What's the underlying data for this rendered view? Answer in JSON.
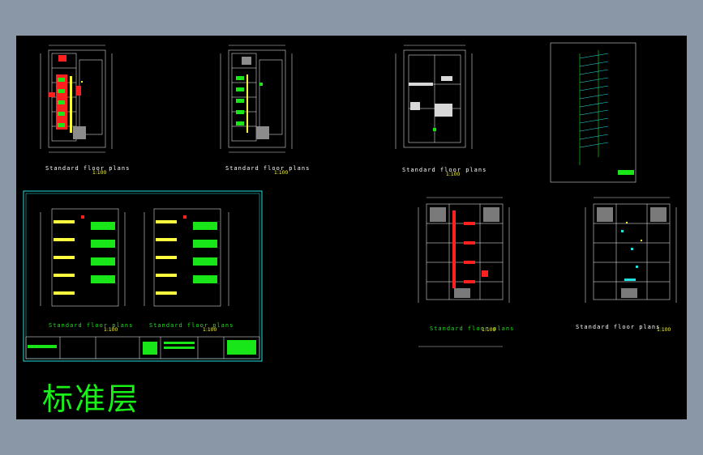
{
  "drawing_title": "标准层",
  "sheets": {
    "sheet_1": {
      "label": "Standard floor plans",
      "scale": "1:100"
    },
    "sheet_2": {
      "label": "Standard floor plans",
      "scale": "1:100"
    },
    "sheet_3": {
      "label": "Standard floor plans",
      "scale": "1:100"
    },
    "sheet_4": {
      "label": "Standard floor plans",
      "scale": "1:100"
    },
    "sheet_5": {
      "label": "Standard floor plans",
      "scale": "1:100"
    },
    "sheet_6": {
      "label": "Standard floor plans",
      "scale": "1:100"
    }
  },
  "colors": {
    "background": "#000000",
    "window_chrome": "#8a97a6",
    "wall": "#ffffff",
    "accent_green": "#19e619",
    "accent_red": "#ff2020",
    "accent_yellow": "#ffff40",
    "accent_cyan": "#20e0e0"
  }
}
